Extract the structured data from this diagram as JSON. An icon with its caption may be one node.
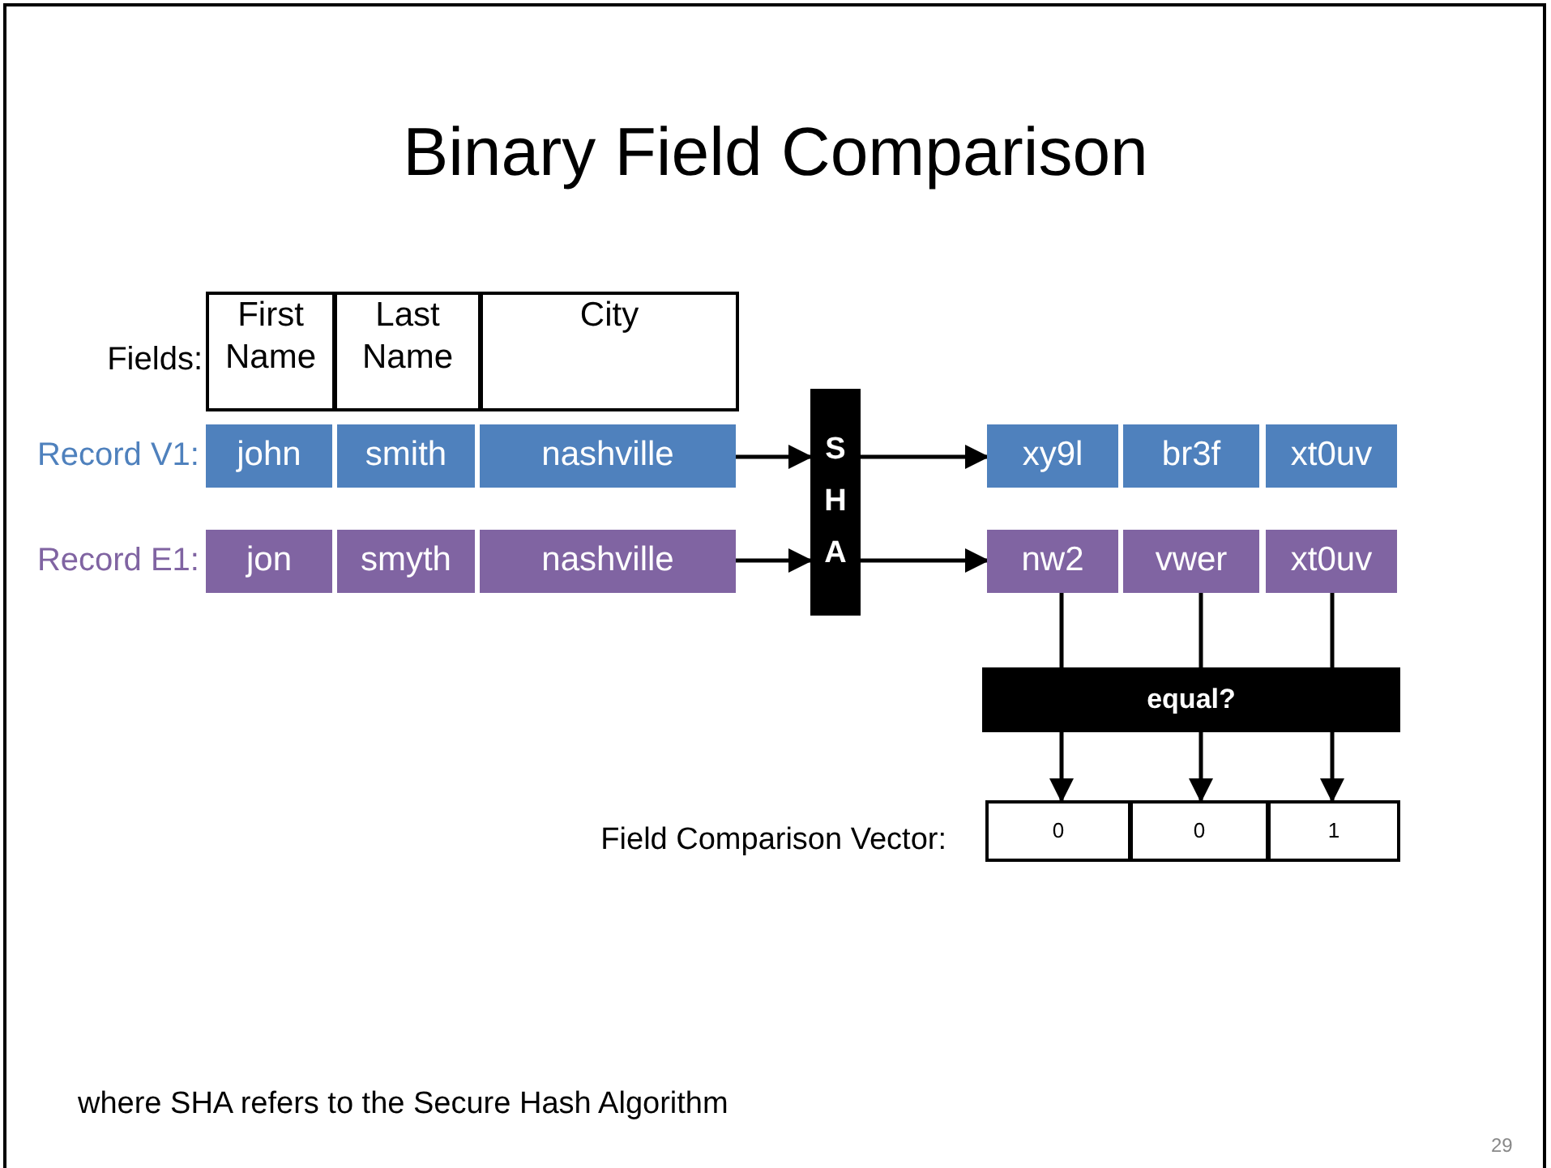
{
  "diagram": {
    "title": "Binary Field Comparison",
    "nodes": [
      {
        "text": [
          "First Name"
        ]
      },
      {
        "text": [
          "Last Name"
        ]
      },
      {
        "text": [
          "City"
        ]
      },
      {
        "text": [
          "john"
        ]
      },
      {
        "text": [
          "smith"
        ]
      },
      {
        "text": [
          "nashville"
        ]
      },
      {
        "text": [
          "jon"
        ]
      },
      {
        "text": [
          "smyth"
        ]
      },
      {
        "text": [
          "nashville"
        ]
      },
      {
        "text": [
          "S H A"
        ]
      },
      {
        "text": [
          "xy9l"
        ]
      },
      {
        "text": [
          "br3f"
        ]
      },
      {
        "text": [
          "xt0uv"
        ]
      },
      {
        "text": [
          "nw2"
        ]
      },
      {
        "text": [
          "vwer"
        ]
      },
      {
        "text": [
          "xt0uv"
        ]
      },
      {
        "text": [
          "equal?"
        ]
      },
      {
        "text": [
          "0"
        ]
      },
      {
        "text": [
          "0"
        ]
      },
      {
        "text": [
          "1"
        ]
      }
    ],
    "edges": [
      {
        "from": 5,
        "to": 9,
        "arrow": "to"
      },
      {
        "from": 8,
        "to": 9,
        "arrow": "to"
      },
      {
        "from": 9,
        "to": 10,
        "arrow": "to"
      },
      {
        "from": 9,
        "to": 13,
        "arrow": "to"
      },
      {
        "from": 13,
        "to": 16,
        "arrow": "none"
      },
      {
        "from": 14,
        "to": 16,
        "arrow": "none"
      },
      {
        "from": 15,
        "to": 16,
        "arrow": "none"
      },
      {
        "from": 16,
        "to": 17,
        "arrow": "to"
      },
      {
        "from": 16,
        "to": 18,
        "arrow": "to"
      },
      {
        "from": 16,
        "to": 19,
        "arrow": "to"
      }
    ],
    "labels": [
      "Fields:",
      "Record V1:",
      "Record E1:",
      "Field Comparison Vector:",
      "where SHA refers to the Secure Hash Algorithm",
      "29"
    ]
  }
}
